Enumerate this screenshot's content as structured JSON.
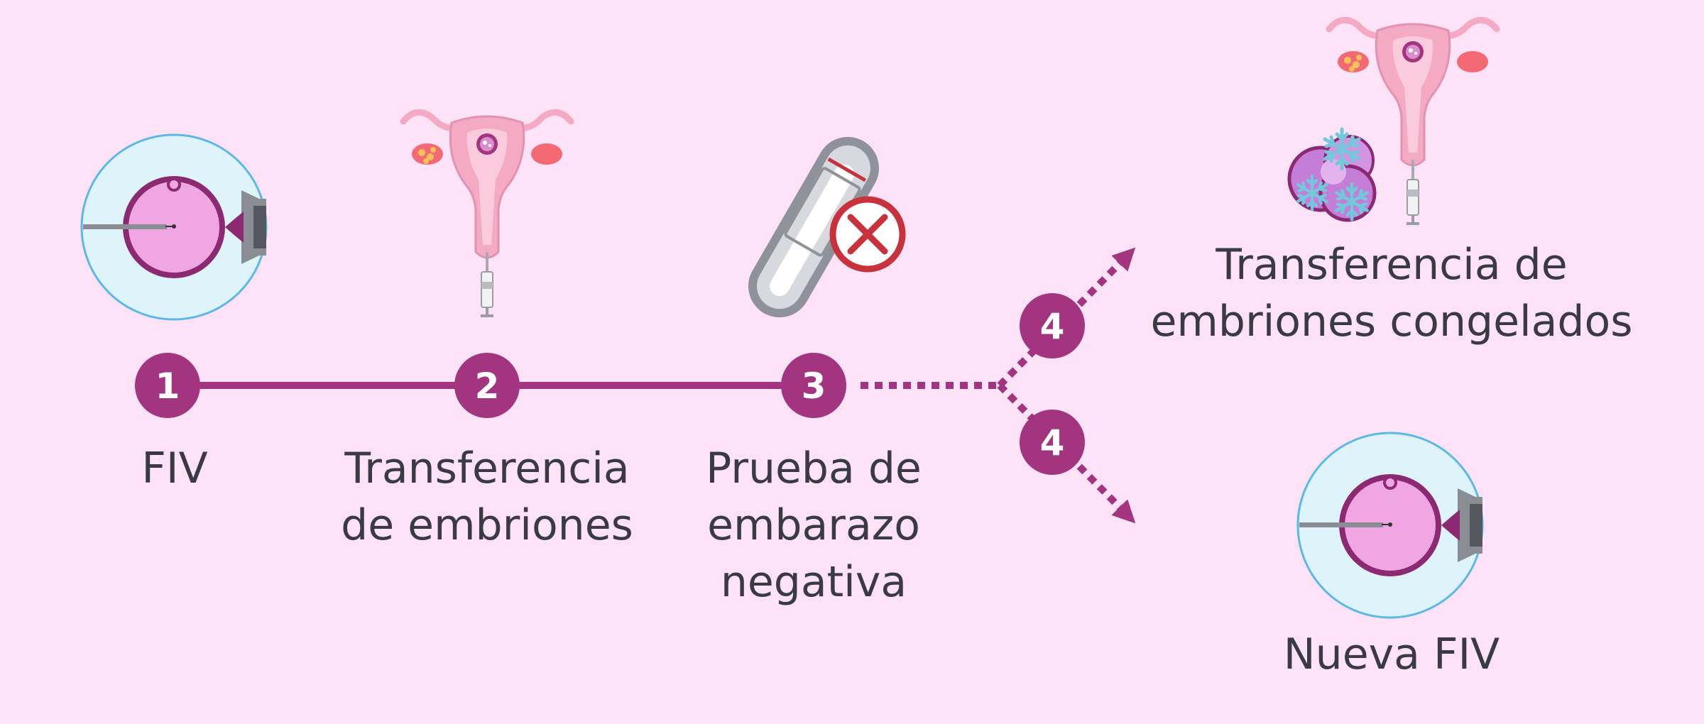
{
  "colors": {
    "background": "#fee3f8",
    "accent": "#a3347f",
    "cell_ring": "#8b2a72",
    "cell_fill": "#f0a6e2",
    "dish_fill": "#dff3fb",
    "dish_stroke": "#5bb9e6",
    "test_negative": "#c8323d",
    "uterus_fill": "#f4aac3",
    "ovary": "#f36a74",
    "text": "#3a3a44"
  },
  "steps": [
    {
      "number": "1",
      "lines": [
        "FIV"
      ]
    },
    {
      "number": "2",
      "lines": [
        "Transferencia",
        "de embriones"
      ]
    },
    {
      "number": "3",
      "lines": [
        "Prueba de",
        "embarazo",
        "negativa"
      ]
    }
  ],
  "branches": [
    {
      "number": "4",
      "lines": [
        "Transferencia de",
        "embriones congelados"
      ]
    },
    {
      "number": "4",
      "lines": [
        "Nueva FIV"
      ]
    }
  ],
  "icons": {
    "step1": "ivf-injection-icon",
    "step2": "uterus-transfer-icon",
    "step3": "negative-test-icon",
    "branch_top": "frozen-embryo-transfer-icon",
    "branch_bottom": "ivf-injection-icon"
  }
}
